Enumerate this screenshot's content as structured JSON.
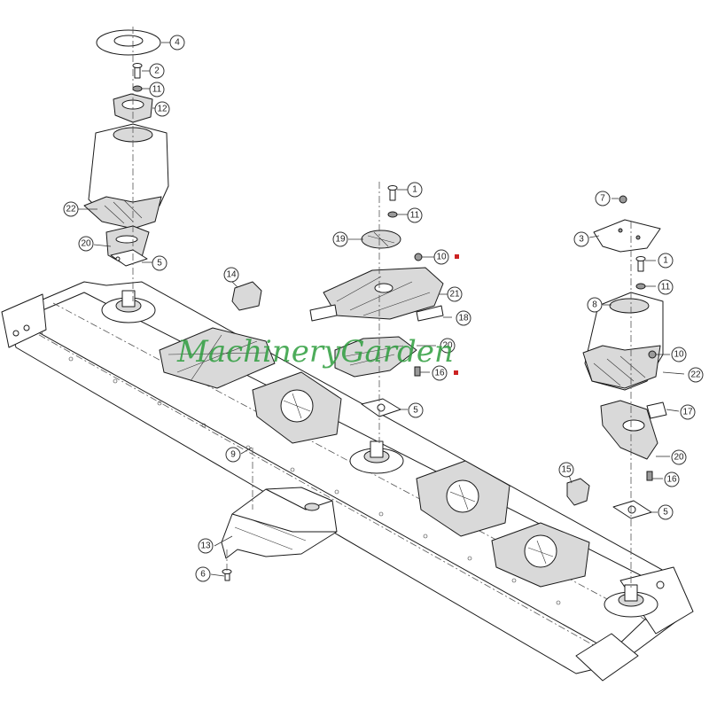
{
  "watermark": "MachineryGarden",
  "colors": {
    "watermark": "#2e9e3e",
    "flag": "#cc2222",
    "line": "#1a1a1a"
  },
  "callouts": [
    {
      "id": "c4",
      "label": "4"
    },
    {
      "id": "c2",
      "label": "2"
    },
    {
      "id": "c11a",
      "label": "11"
    },
    {
      "id": "c12",
      "label": "12"
    },
    {
      "id": "c22a",
      "label": "22"
    },
    {
      "id": "c20a",
      "label": "20"
    },
    {
      "id": "c5a",
      "label": "5"
    },
    {
      "id": "c14",
      "label": "14"
    },
    {
      "id": "c1a",
      "label": "1"
    },
    {
      "id": "c11b",
      "label": "11"
    },
    {
      "id": "c19",
      "label": "19"
    },
    {
      "id": "c10a",
      "label": "10"
    },
    {
      "id": "c21",
      "label": "21"
    },
    {
      "id": "c18",
      "label": "18"
    },
    {
      "id": "c20b",
      "label": "20"
    },
    {
      "id": "c16a",
      "label": "16"
    },
    {
      "id": "c5b",
      "label": "5"
    },
    {
      "id": "c7",
      "label": "7"
    },
    {
      "id": "c3",
      "label": "3"
    },
    {
      "id": "c1b",
      "label": "1"
    },
    {
      "id": "c11c",
      "label": "11"
    },
    {
      "id": "c8",
      "label": "8"
    },
    {
      "id": "c10b",
      "label": "10"
    },
    {
      "id": "c22b",
      "label": "22"
    },
    {
      "id": "c17",
      "label": "17"
    },
    {
      "id": "c20c",
      "label": "20"
    },
    {
      "id": "c16b",
      "label": "16"
    },
    {
      "id": "c5c",
      "label": "5"
    },
    {
      "id": "c9",
      "label": "9"
    },
    {
      "id": "c15",
      "label": "15"
    },
    {
      "id": "c13",
      "label": "13"
    },
    {
      "id": "c6",
      "label": "6"
    }
  ]
}
